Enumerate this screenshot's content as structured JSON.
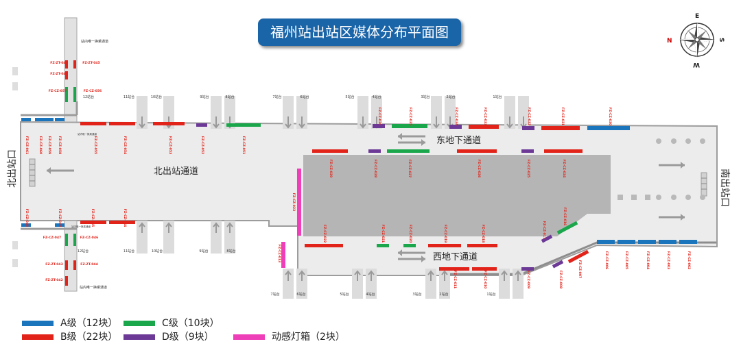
{
  "title": "福州站出站区媒体分布平面图",
  "compass": {
    "e": "E",
    "w": "W",
    "n": "N",
    "s": "S"
  },
  "areas": {
    "north_exit": "北出站口",
    "south_exit": "南出站口",
    "north_passage": "北出站通道",
    "east_underground": "东地下通道",
    "west_underground": "西地下通道"
  },
  "notes": {
    "inner_channel_top": "站内唯一换乘通道",
    "inner_channel_bottom": "站内唯一换乘通道",
    "small_top": "站内唯一换乘通道",
    "small_bottom": "站内唯一换乘通道"
  },
  "colors": {
    "A": "#1b75bc",
    "B": "#e2231a",
    "C": "#1aa74b",
    "D": "#6c3a96",
    "light": "#ee3fb8",
    "floor": "#ececec",
    "wall": "#9c9c9c",
    "block": "#b5b5b5"
  },
  "legend": [
    {
      "key": "A",
      "label": "A级（12块）"
    },
    {
      "key": "B",
      "label": "B级（22块）"
    },
    {
      "key": "C",
      "label": "C级（10块）"
    },
    {
      "key": "D",
      "label": "D级（9块）"
    },
    {
      "key": "light",
      "label": "动感灯箱（2块）"
    }
  ],
  "platforms_top": [
    "12站台",
    "11站台",
    "10站台",
    "9站台",
    "8站台",
    "7站台",
    "6站台",
    "5站台",
    "4站台",
    "3站台",
    "2站台",
    "1站台"
  ],
  "platforms_bottom_left": [
    "12站台",
    "11站台",
    "10站台",
    "9站台",
    "8站台"
  ],
  "platforms_bottom_right": [
    "7站台",
    "6站台",
    "5站台",
    "4站台",
    "3站台",
    "2站台",
    "1站台"
  ],
  "media_ids": [
    "FZ-ZT-047",
    "FZ-ZT-046",
    "FZ-ZT-045",
    "FZ-CZ-057",
    "FZ-CZ-056",
    "FZ-CZ-061",
    "FZ-CZ-060",
    "FZ-CZ-059",
    "FZ-CZ-058",
    "FZ-CZ-055",
    "FZ-CZ-054",
    "FZ-CZ-053",
    "FZ-CZ-052",
    "FZ-CZ-051",
    "FZ-CZ-036",
    "FZ-CZ-035",
    "FZ-CZ-034",
    "FZ-CZ-033",
    "FZ-CZ-032",
    "FZ-CZ-031",
    "FZ-CZ-030",
    "FZ-CZ-029",
    "FZ-CZ-028",
    "FZ-CZ-027",
    "FZ-CZ-026",
    "FZ-CZ-025",
    "FZ-CZ-024",
    "FZ-CZ-023",
    "FZ-CZ-049",
    "FZ-CZ-048",
    "FZ-CZ-045",
    "FZ-CZ-044",
    "FZ-CZ-047",
    "FZ-CZ-046",
    "FZ-ZT-043",
    "FZ-ZT-044",
    "FZ-ZT-042",
    "FZ-CZ-022",
    "FZ-CZ-021",
    "FZ-CZ-020",
    "FZ-CZ-019",
    "FZ-CZ-018",
    "FZ-CZ-017",
    "FZ-CZ-016",
    "FZ-CZ-013",
    "FZ-CZ-011",
    "FZ-CZ-010",
    "FZ-CZ-009",
    "FZ-CZ-008",
    "FZ-CZ-007",
    "FZ-CZ-006",
    "FZ-CZ-005",
    "FZ-CZ-004",
    "FZ-CZ-003",
    "FZ-CZ-002"
  ]
}
